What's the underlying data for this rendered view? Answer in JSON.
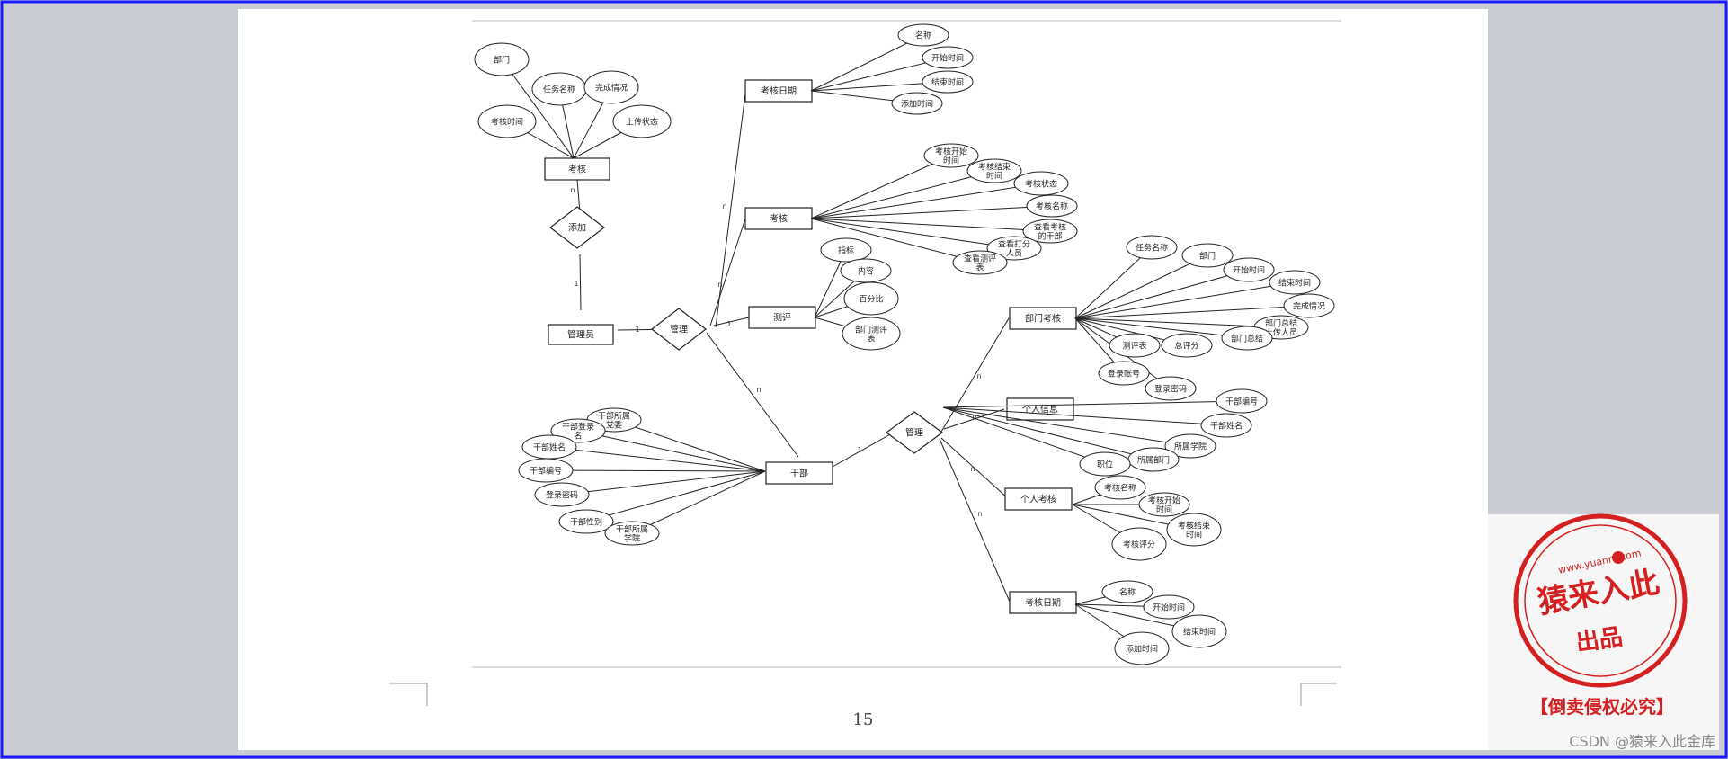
{
  "page": {
    "number": "15"
  },
  "watermark": {
    "credit": "CSDN @猿来入此金库"
  },
  "stamp": {
    "url": "www.yuanrc.com",
    "name": "猿来入此",
    "sub": "出品",
    "notice": "【倒卖侵权必究】"
  },
  "colors": {
    "frame": "#1a1aff",
    "gutter": "#c9ccd2",
    "stamp": "#d42020"
  },
  "diagram": {
    "entities": {
      "kaohe_top": "考核",
      "admin": "管理员",
      "kaohe_date": "考核日期",
      "kaohe_mid": "考核",
      "ceping": "测评",
      "ganbu": "干部",
      "dept_kaohe": "部门考核",
      "personal_info": "个人信息",
      "personal_kaohe": "个人考核",
      "kaohe_date2": "考核日期"
    },
    "relationships": {
      "add": "添加",
      "manage1": "管理",
      "manage2": "管理"
    },
    "attributes": {
      "kaohe_top": [
        "部门",
        "任务名称",
        "完成情况",
        "考核时间",
        "上传状态"
      ],
      "kaohe_date": [
        "名称",
        "开始时间",
        "结束时间",
        "添加时间"
      ],
      "kaohe_mid": [
        "考核开始时间",
        "考核结束时间",
        "考核状态",
        "考核名称",
        "查看考核的干部",
        "查看打分人员",
        "查看测评表"
      ],
      "ceping": [
        "指标",
        "内容",
        "百分比",
        "部门测评表"
      ],
      "dept_kaohe": [
        "任务名称",
        "部门",
        "开始时间",
        "结束时间",
        "完成情况",
        "部门总结上传人员",
        "部门总结",
        "总评分",
        "测评表",
        "登录账号",
        "登录密码"
      ],
      "ganbu": [
        "干部所属党委",
        "干部登录名",
        "干部姓名",
        "干部编号",
        "登录密码",
        "干部性别",
        "干部所属学院"
      ],
      "personal_info": [
        "干部编号",
        "干部姓名",
        "所属学院",
        "所属部门",
        "职位"
      ],
      "personal_kaohe": [
        "考核名称",
        "考核开始时间",
        "考核结束时间",
        "考核评分"
      ],
      "kaohe_date2": [
        "名称",
        "开始时间",
        "结束时间",
        "添加时间"
      ]
    },
    "cardinalities": [
      "n",
      "1",
      "1",
      "n",
      "n",
      "1",
      "n",
      "1",
      "n",
      "n",
      "n",
      "n"
    ]
  }
}
